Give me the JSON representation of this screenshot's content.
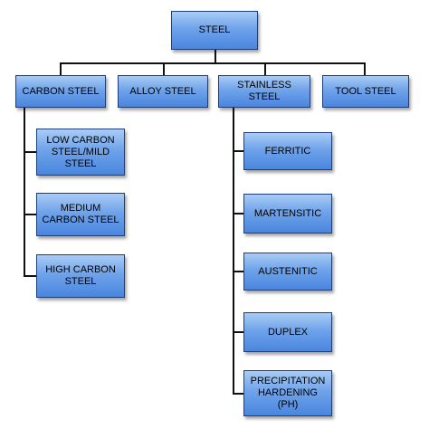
{
  "root": {
    "label": "STEEL"
  },
  "categories": [
    {
      "id": "carbon",
      "label": "CARBON STEEL"
    },
    {
      "id": "alloy",
      "label": "ALLOY STEEL"
    },
    {
      "id": "stainless",
      "label": "STAINLESS STEEL"
    },
    {
      "id": "tool",
      "label": "TOOL STEEL"
    }
  ],
  "carbon_children": [
    {
      "id": "low",
      "label": "LOW CARBON\nSTEEL/MILD\nSTEEL"
    },
    {
      "id": "medium",
      "label": "MEDIUM\nCARBON STEEL"
    },
    {
      "id": "high",
      "label": "HIGH CARBON\nSTEEL"
    }
  ],
  "stainless_children": [
    {
      "id": "ferritic",
      "label": "FERRITIC"
    },
    {
      "id": "martensitic",
      "label": "MARTENSITIC"
    },
    {
      "id": "austenitic",
      "label": "AUSTENITIC"
    },
    {
      "id": "duplex",
      "label": "DUPLEX"
    },
    {
      "id": "ph",
      "label": "PRECIPITATION\nHARDENING\n(PH)"
    }
  ]
}
